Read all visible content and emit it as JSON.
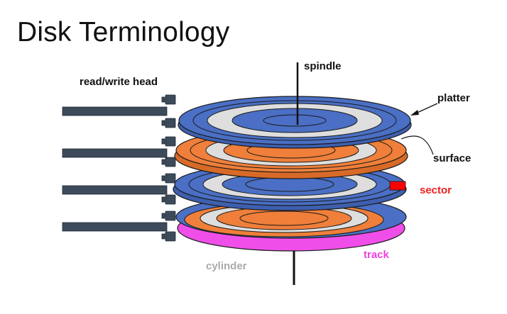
{
  "title": "Disk Terminology",
  "labels": {
    "spindle": "spindle",
    "read_write_head": "read/write head",
    "platter": "platter",
    "surface": "surface",
    "sector": "sector",
    "track": "track",
    "cylinder": "cylinder"
  },
  "colors": {
    "platter_blue": "#4a6fc4",
    "platter_orange": "#ef7f3a",
    "platter_magenta": "#ef4fe8",
    "ring_light": "#dedede",
    "head_arm": "#3c4a5a",
    "sector_red": "#ff0000",
    "sector_label": "#ee2020",
    "track_label": "#ee3fe0",
    "cylinder_label": "#aaaaaa"
  }
}
